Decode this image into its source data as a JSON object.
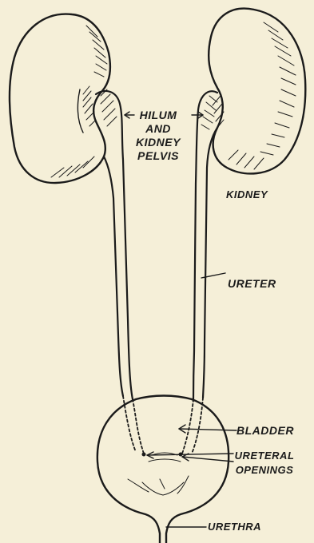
{
  "diagram": {
    "labels": {
      "hilum_line1": "HILUM",
      "hilum_line2": "AND",
      "hilum_line3": "KIDNEY",
      "hilum_line4": "PELVIS",
      "kidney": "KIDNEY",
      "ureter": "URETER",
      "bladder": "BLADDER",
      "ureteral_line1": "URETERAL",
      "ureteral_line2": "OPENINGS",
      "urethra": "URETHRA"
    },
    "colors": {
      "background": "#f5efd8",
      "ink": "#1b1b1b"
    }
  }
}
